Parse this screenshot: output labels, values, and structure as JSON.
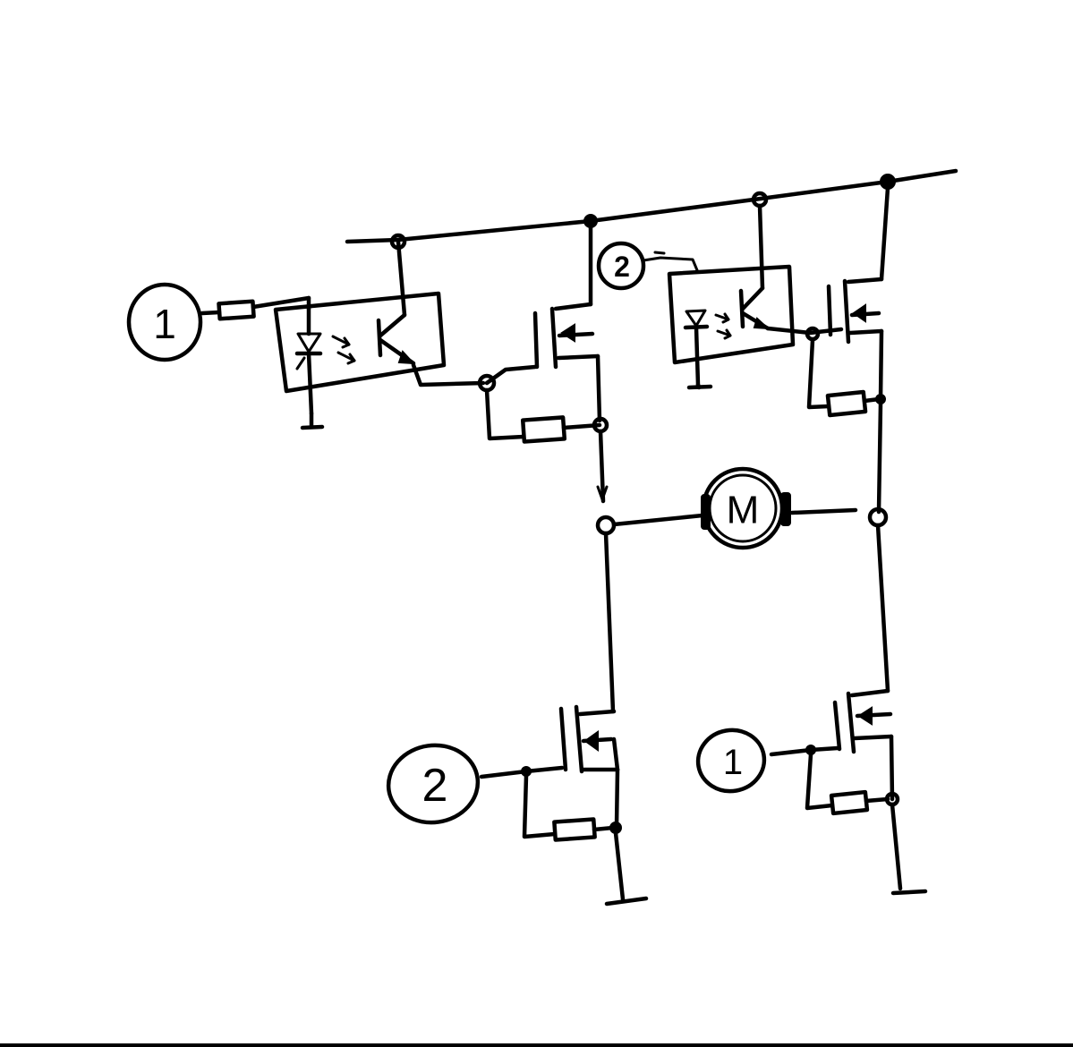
{
  "labels": {
    "input_1_left": "1",
    "input_2_top": "2",
    "input_2_bottom": "2",
    "input_1_bottom_right": "1",
    "motor": "M"
  }
}
